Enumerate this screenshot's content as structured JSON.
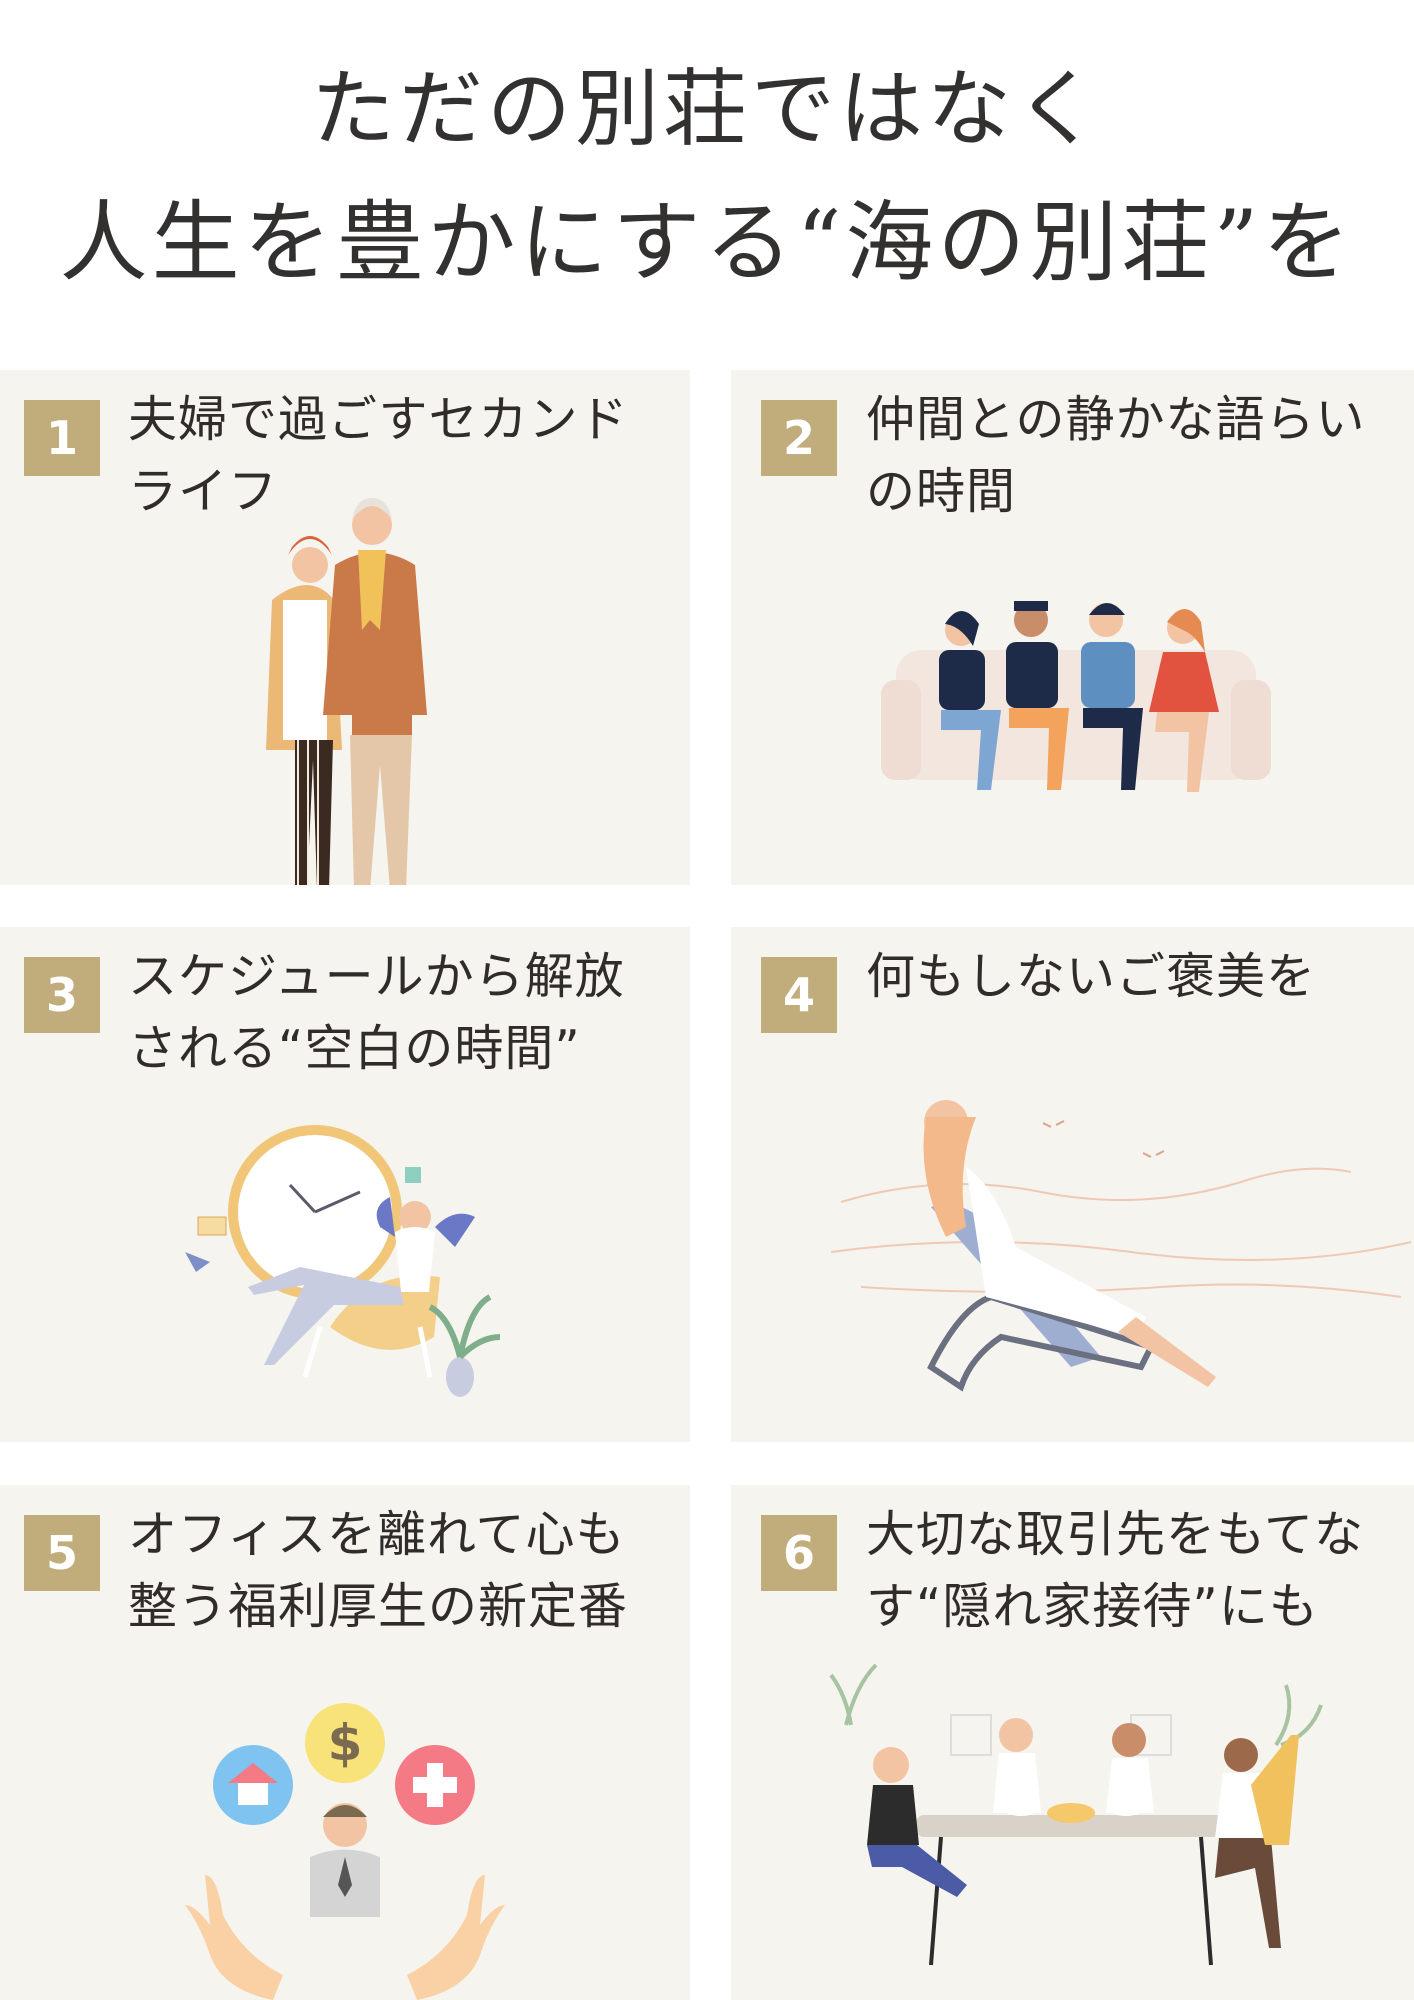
{
  "header": {
    "line1": "ただの別荘ではなく",
    "line2": "人生を豊かにする“海の別荘”を"
  },
  "cards": [
    {
      "number": "1",
      "title": "夫婦で過ごすセカンドライフ",
      "icon": "elderly-couple-illustration"
    },
    {
      "number": "2",
      "title": "仲間との静かな語らいの時間",
      "icon": "friends-on-sofa-illustration"
    },
    {
      "number": "3",
      "title": "スケジュールから解放される“空白の時間”",
      "icon": "relaxing-man-clock-illustration"
    },
    {
      "number": "4",
      "title": "何もしないご褒美を",
      "icon": "woman-beach-chair-illustration"
    },
    {
      "number": "5",
      "title": "オフィスを離れて心も整う福利厚生の新定番",
      "icon": "welfare-benefits-illustration"
    },
    {
      "number": "6",
      "title": "大切な取引先をもてなす“隠れ家接待”にも",
      "icon": "dinner-party-illustration"
    }
  ],
  "colors": {
    "badge": "#c1ad7c",
    "card_bg": "#f6f4ef",
    "title_text": "#333030"
  }
}
